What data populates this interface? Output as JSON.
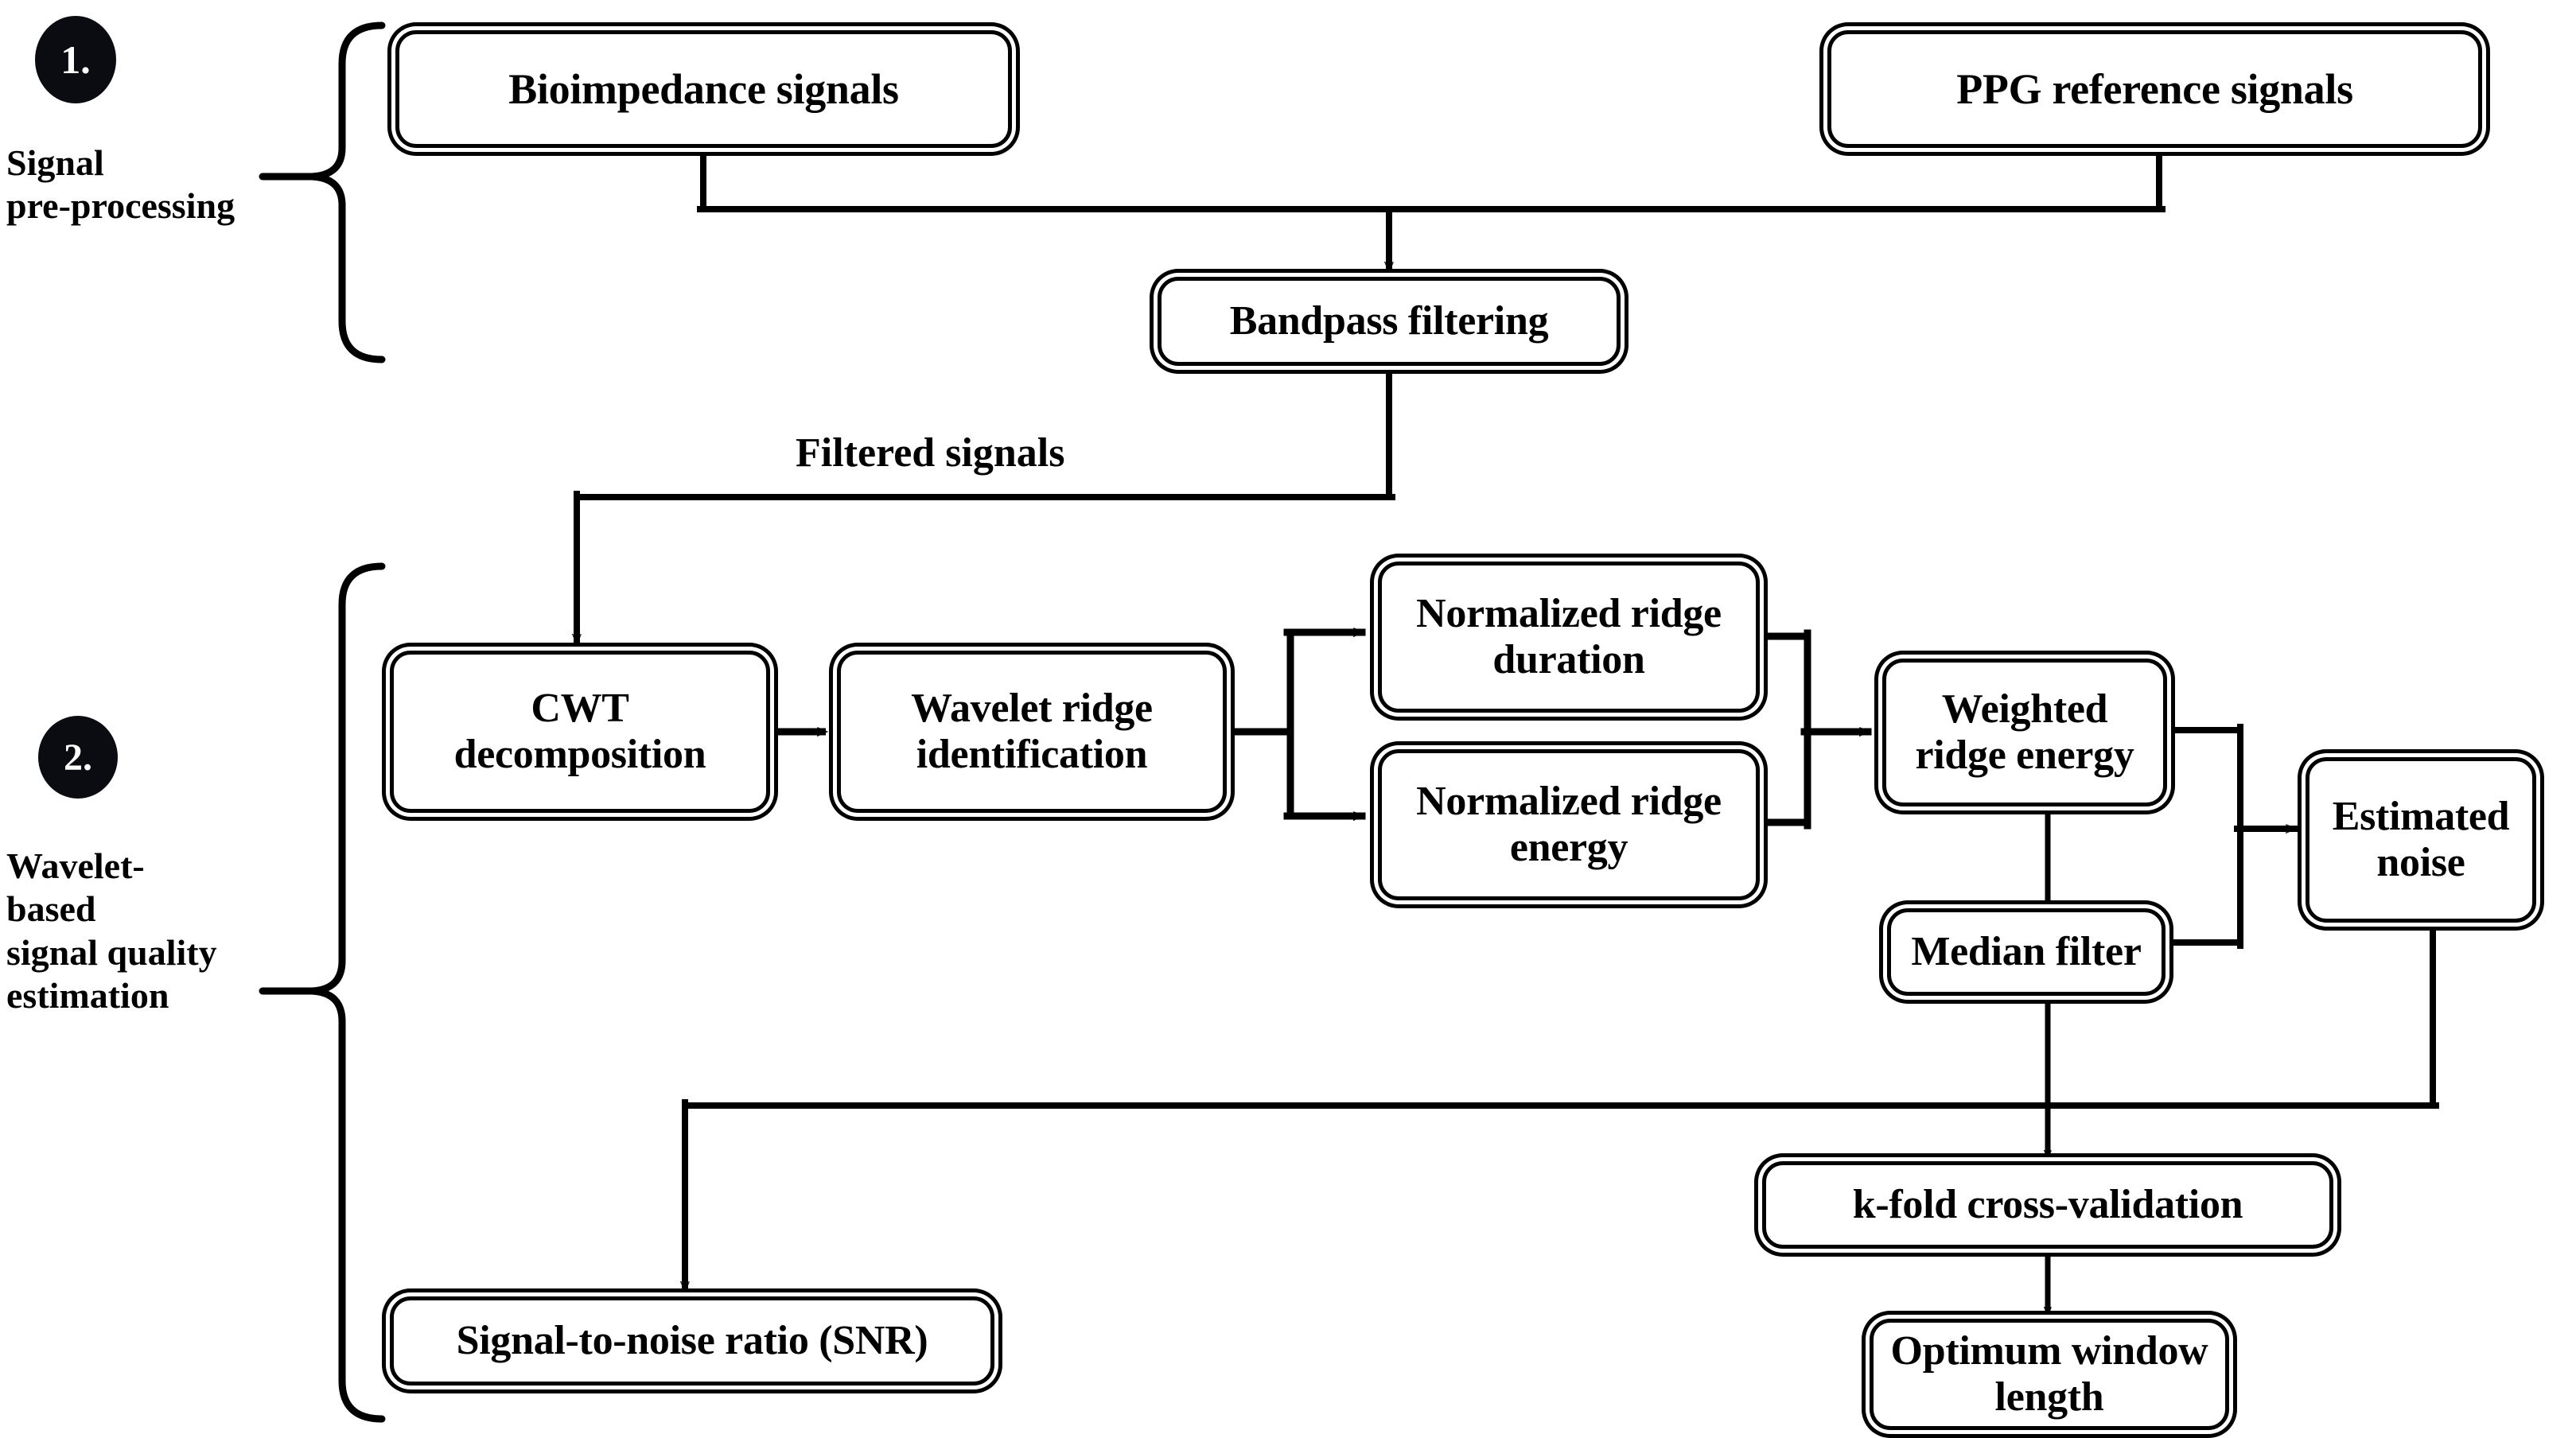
{
  "diagram": {
    "title": "Wavelet-based bioimpedance signal quality estimation pipeline",
    "background": "#ffffff",
    "line_color": "#000000",
    "badge_color": "#0b0b12"
  },
  "stages": [
    {
      "badge": "1.",
      "label": "Signal\npre-processing"
    },
    {
      "badge": "2.",
      "label": "Wavelet-\nbased\nsignal quality\nestimation"
    }
  ],
  "nodes": {
    "bioimpedance_signals": "Bioimpedance signals",
    "ppg_reference_signals": "PPG reference signals",
    "bandpass_filtering": "Bandpass  filtering",
    "cwt_decomposition": "CWT\ndecomposition",
    "wavelet_ridge_identification": "Wavelet ridge\nidentification",
    "normalized_ridge_duration": "Normalized\nridge duration",
    "normalized_ridge_energy": "Normalized\nridge energy",
    "weighted_ridge_energy": "Weighted\nridge energy",
    "estimated_noise": "Estimated\nnoise",
    "median_filter": "Median filter",
    "k_fold_cross_validation": "k-fold cross-validation",
    "optimum_window_length": "Optimum\nwindow length",
    "signal_to_noise_ratio": "Signal-to-noise ratio (SNR)"
  },
  "edge_labels": {
    "filtered_signals": "Filtered signals"
  },
  "connections": [
    {
      "from": "bioimpedance_signals",
      "to": "bandpass_filtering"
    },
    {
      "from": "ppg_reference_signals",
      "to": "bandpass_filtering"
    },
    {
      "from": "bandpass_filtering",
      "to": "cwt_decomposition",
      "label": "Filtered signals"
    },
    {
      "from": "cwt_decomposition",
      "to": "wavelet_ridge_identification"
    },
    {
      "from": "wavelet_ridge_identification",
      "to": "normalized_ridge_duration"
    },
    {
      "from": "wavelet_ridge_identification",
      "to": "normalized_ridge_energy"
    },
    {
      "from": "normalized_ridge_duration",
      "to": "weighted_ridge_energy"
    },
    {
      "from": "normalized_ridge_energy",
      "to": "weighted_ridge_energy"
    },
    {
      "from": "weighted_ridge_energy",
      "to": "median_filter"
    },
    {
      "from": "weighted_ridge_energy",
      "to": "estimated_noise"
    },
    {
      "from": "median_filter",
      "to": "estimated_noise"
    },
    {
      "from": "median_filter",
      "to": "k_fold_cross_validation"
    },
    {
      "from": "k_fold_cross_validation",
      "to": "optimum_window_length"
    },
    {
      "from": "estimated_noise",
      "to": "signal_to_noise_ratio"
    }
  ]
}
